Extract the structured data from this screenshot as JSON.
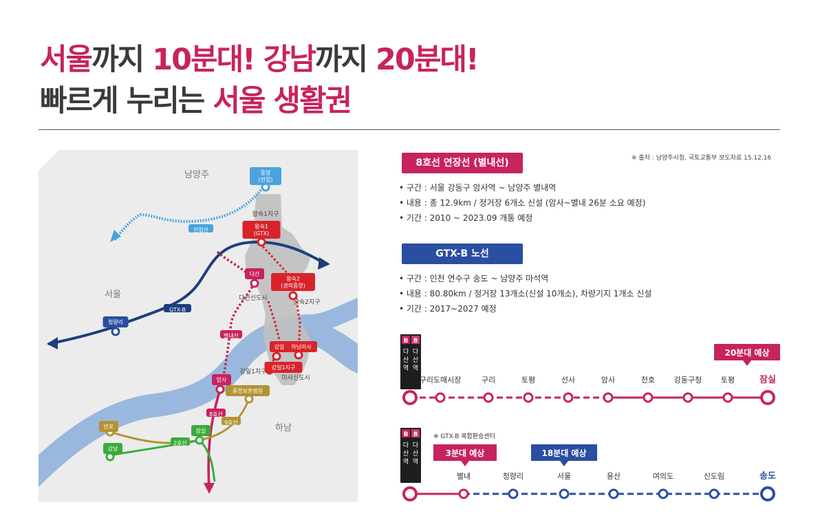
{
  "headline": {
    "line1": [
      {
        "text": "서울",
        "hl": true
      },
      {
        "text": "까지 ",
        "hl": false
      },
      {
        "text": "10분대! ",
        "hl": true
      },
      {
        "text": "강남",
        "hl": true
      },
      {
        "text": "까지 ",
        "hl": false
      },
      {
        "text": "20분대!",
        "hl": true
      }
    ],
    "line2": [
      {
        "text": "빠르게 누리는 ",
        "hl": false
      },
      {
        "text": "서울 생활권",
        "hl": true
      }
    ]
  },
  "source_note": "※ 출처 : 남양주시청, 국토교통부 보도자료 15.12.16",
  "line8": {
    "label": "8호선 연장선 (별내선)",
    "bullets": [
      "• 구간 : 서울 강동구 암사역 ~ 남양주 별내역",
      "• 내용 : 총 12.9km / 정거장 6개소 신설 (암사~별내 26분 소요 예정)",
      "• 기간 : 2010 ~ 2023.09 개통 예정"
    ]
  },
  "gtx": {
    "label": "GTX-B 노선",
    "bullets": [
      "• 구간 : 인천 연수구 송도 ~ 남양주 마석역",
      "• 내용 : 80.80km / 정거장 13개소(신설 10개소), 차량기지 1개소 신설",
      "• 기간 : 2017~2027 예정"
    ]
  },
  "map": {
    "regions": [
      "남양주",
      "서울",
      "하남"
    ],
    "districts": [
      "왕숙1지구",
      "다산신도시",
      "왕숙2지구",
      "강일1지구",
      "미사신도시"
    ],
    "line_labels": [
      "진접선",
      "GTX-B",
      "별내선",
      "8호선",
      "9호선",
      "2호선"
    ],
    "stations": [
      {
        "name": "풍양\n(진접)",
        "color": "#4aa3df"
      },
      {
        "name": "청량리",
        "color": "#2a4ea0"
      },
      {
        "name": "왕숙1\n(GTX)",
        "color": "#d8232a"
      },
      {
        "name": "다산",
        "color": "#c7235e"
      },
      {
        "name": "왕숙2\n(경의중앙)",
        "color": "#d8232a"
      },
      {
        "name": "강일",
        "color": "#d8232a"
      },
      {
        "name": "하남미사",
        "color": "#d8232a"
      },
      {
        "name": "강일1지구",
        "color": "#d8232a"
      },
      {
        "name": "암사",
        "color": "#c7235e"
      },
      {
        "name": "중앙보훈병원",
        "color": "#b39333"
      },
      {
        "name": "잠실",
        "color": "#3aab3a"
      },
      {
        "name": "반포",
        "color": "#b39333"
      },
      {
        "name": "강남",
        "color": "#3aab3a"
      }
    ]
  },
  "route_line8": {
    "badge": "20분대 예상",
    "stations": [
      "구리도매시장",
      "구리",
      "토평",
      "선사",
      "암사",
      "천호",
      "강동구청",
      "토평",
      "잠실"
    ]
  },
  "route_gtx": {
    "note": "※ GTX-B 복합환승센터",
    "badge_a": "3분대 예상",
    "badge_b": "18분대 예상",
    "stations": [
      "별내",
      "청량리",
      "서울",
      "용산",
      "여의도",
      "신도림",
      "송도"
    ]
  },
  "sign": {
    "mark": "B",
    "mark2": "8",
    "text": "다산역"
  },
  "colors": {
    "magenta": "#c7235e",
    "navy": "#2a4ea0",
    "river": "#9ab8de",
    "land": "#c0c0c0",
    "sky": "#4aa3df",
    "red": "#d8232a",
    "gold": "#b39333",
    "green": "#3aab3a"
  }
}
